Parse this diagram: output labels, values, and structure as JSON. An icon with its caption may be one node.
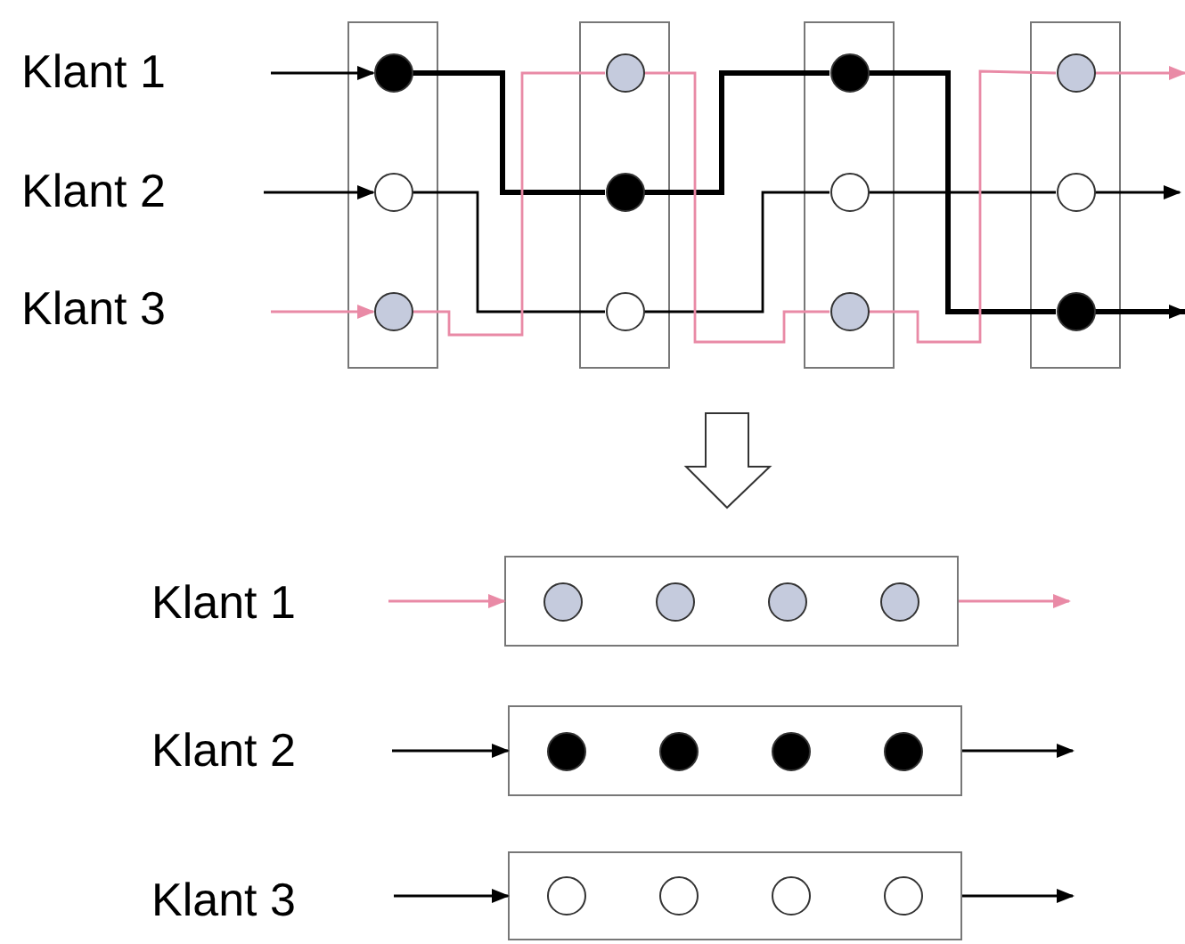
{
  "diagram": {
    "nodes": [
      {
        "text": [],
        "shape": "box"
      },
      {
        "text": [],
        "shape": "circle",
        "in": 0
      },
      {
        "text": [],
        "shape": "circle",
        "in": 0
      },
      {
        "text": [],
        "shape": "circle",
        "in": 0
      },
      {
        "text": [],
        "shape": "box"
      },
      {
        "text": [],
        "shape": "circle",
        "in": 4
      },
      {
        "text": [],
        "shape": "circle",
        "in": 4
      },
      {
        "text": [],
        "shape": "circle",
        "in": 4
      },
      {
        "text": [],
        "shape": "box"
      },
      {
        "text": [],
        "shape": "circle",
        "in": 8
      },
      {
        "text": [],
        "shape": "circle",
        "in": 8
      },
      {
        "text": [],
        "shape": "circle",
        "in": 8
      },
      {
        "text": [],
        "shape": "box"
      },
      {
        "text": [],
        "shape": "circle",
        "in": 12
      },
      {
        "text": [],
        "shape": "circle",
        "in": 12
      },
      {
        "text": [],
        "shape": "circle",
        "in": 12
      },
      {
        "text": [],
        "shape": "box"
      },
      {
        "text": [],
        "shape": "circle",
        "in": 16
      },
      {
        "text": [],
        "shape": "circle",
        "in": 16
      },
      {
        "text": [],
        "shape": "circle",
        "in": 16
      },
      {
        "text": [],
        "shape": "circle",
        "in": 16
      },
      {
        "text": [],
        "shape": "box"
      },
      {
        "text": [],
        "shape": "circle",
        "in": 21
      },
      {
        "text": [],
        "shape": "circle",
        "in": 21
      },
      {
        "text": [],
        "shape": "circle",
        "in": 21
      },
      {
        "text": [],
        "shape": "circle",
        "in": 21
      },
      {
        "text": [],
        "shape": "box"
      },
      {
        "text": [],
        "shape": "circle",
        "in": 26
      },
      {
        "text": [],
        "shape": "circle",
        "in": 26
      },
      {
        "text": [],
        "shape": "circle",
        "in": 26
      },
      {
        "text": [],
        "shape": "circle",
        "in": 26
      }
    ],
    "edges": [
      {
        "from": null,
        "to": 1,
        "arrow": "to"
      },
      {
        "from": null,
        "to": 2,
        "arrow": "to"
      },
      {
        "from": null,
        "to": 3,
        "arrow": "to",
        "color": "#e98aa6"
      },
      {
        "from": 1,
        "to": 6,
        "arrow": "none",
        "style": "thick"
      },
      {
        "from": 6,
        "to": 9,
        "arrow": "none",
        "style": "thick"
      },
      {
        "from": 9,
        "to": 15,
        "arrow": "none",
        "style": "thick"
      },
      {
        "from": 15,
        "to": null,
        "arrow": "to",
        "style": "thick"
      },
      {
        "from": 2,
        "to": 7,
        "arrow": "none"
      },
      {
        "from": 7,
        "to": 10,
        "arrow": "none"
      },
      {
        "from": 10,
        "to": 14,
        "arrow": "none"
      },
      {
        "from": 14,
        "to": null,
        "arrow": "to"
      },
      {
        "from": 3,
        "to": 5,
        "arrow": "none",
        "color": "#e98aa6"
      },
      {
        "from": 5,
        "to": 11,
        "arrow": "none",
        "color": "#e98aa6"
      },
      {
        "from": 11,
        "to": 13,
        "arrow": "none",
        "color": "#e98aa6"
      },
      {
        "from": 13,
        "to": null,
        "arrow": "to",
        "color": "#e98aa6"
      },
      {
        "from": null,
        "to": 16,
        "arrow": "to",
        "color": "#e98aa6"
      },
      {
        "from": 16,
        "to": null,
        "arrow": "to",
        "color": "#e98aa6"
      },
      {
        "from": null,
        "to": 21,
        "arrow": "to"
      },
      {
        "from": 21,
        "to": null,
        "arrow": "to"
      },
      {
        "from": null,
        "to": 26,
        "arrow": "to"
      },
      {
        "from": 26,
        "to": null,
        "arrow": "to"
      }
    ],
    "labels": [
      "Klant 1",
      "Klant 2",
      "Klant 3",
      "Klant 1",
      "Klant 2",
      "Klant 3"
    ]
  }
}
